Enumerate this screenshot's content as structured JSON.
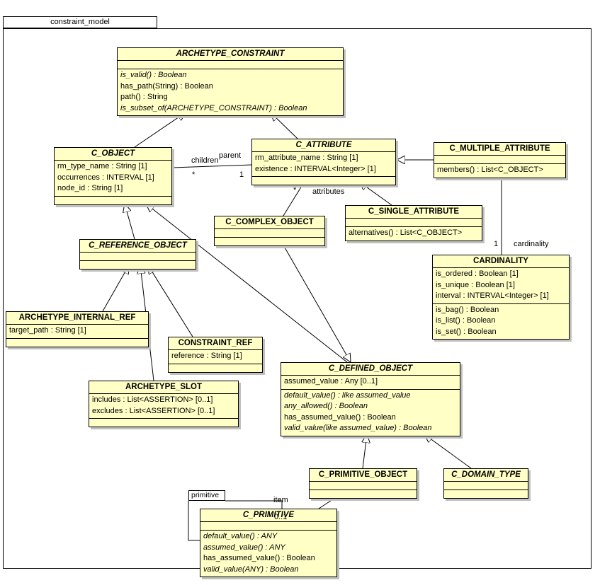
{
  "package": {
    "name": "constraint_model"
  },
  "classes": {
    "archetype_constraint": {
      "name": "ARCHETYPE_CONSTRAINT",
      "attributes": [],
      "operations": [
        "is_valid() : Boolean",
        "has_path(String) : Boolean",
        "path() : String",
        "is_subset_of(ARCHETYPE_CONSTRAINT) : Boolean"
      ]
    },
    "c_object": {
      "name": "C_OBJECT",
      "attributes": [
        "rm_type_name : String [1]",
        "occurrences : INTERVAL [1]",
        "node_id : String [1]"
      ],
      "operations": []
    },
    "c_attribute": {
      "name": "C_ATTRIBUTE",
      "attributes": [
        "rm_attribute_name : String [1]",
        "existence : INTERVAL<Integer> [1]"
      ],
      "operations": []
    },
    "c_multiple_attribute": {
      "name": "C_MULTIPLE_ATTRIBUTE",
      "attributes": [],
      "operations": [
        "members() : List<C_OBJECT>"
      ]
    },
    "c_complex_object": {
      "name": "C_COMPLEX_OBJECT",
      "attributes": [],
      "operations": []
    },
    "c_single_attribute": {
      "name": "C_SINGLE_ATTRIBUTE",
      "attributes": [],
      "operations": [
        "alternatives() : List<C_OBJECT>"
      ]
    },
    "c_reference_object": {
      "name": "C_REFERENCE_OBJECT",
      "attributes": [],
      "operations": []
    },
    "cardinality": {
      "name": "CARDINALITY",
      "attributes": [
        "is_ordered : Boolean [1]",
        "is_unique : Boolean [1]",
        "interval : INTERVAL<Integer> [1]"
      ],
      "operations": [
        "is_bag() : Boolean",
        "is_list() : Boolean",
        "is_set() : Boolean"
      ]
    },
    "archetype_internal_ref": {
      "name": "ARCHETYPE_INTERNAL_REF",
      "attributes": [
        "target_path : String [1]"
      ],
      "operations": []
    },
    "constraint_ref": {
      "name": "CONSTRAINT_REF",
      "attributes": [
        "reference : String [1]"
      ],
      "operations": []
    },
    "archetype_slot": {
      "name": "ARCHETYPE_SLOT",
      "attributes": [
        "includes : List<ASSERTION> [0..1]",
        "excludes : List<ASSERTION> [0..1]"
      ],
      "operations": []
    },
    "c_defined_object": {
      "name": "C_DEFINED_OBJECT",
      "attributes": [
        "assumed_value : Any [0..1]"
      ],
      "operations": [
        "default_value() : like assumed_value",
        "any_allowed() : Boolean",
        "has_assumed_value() : Boolean",
        "valid_value(like assumed_value) : Boolean"
      ]
    },
    "c_primitive_object": {
      "name": "C_PRIMITIVE_OBJECT",
      "attributes": [],
      "operations": []
    },
    "c_domain_type": {
      "name": "C_DOMAIN_TYPE",
      "attributes": [],
      "operations": []
    },
    "c_primitive": {
      "name": "C_PRIMITIVE",
      "attributes": [],
      "operations": [
        "default_value() : ANY",
        "assumed_value() : ANY",
        "has_assumed_value() : Boolean",
        "valid_value(ANY) : Boolean"
      ]
    }
  },
  "labels": {
    "children": "children",
    "parent": "parent",
    "children_mult": "*",
    "parent_mult": "1",
    "attributes": "attributes",
    "attributes_mult": "*",
    "cardinality": "cardinality",
    "cardinality_mult": "1",
    "item": "item",
    "item_mult": "0..1",
    "primitive_pkg": "primitive"
  }
}
